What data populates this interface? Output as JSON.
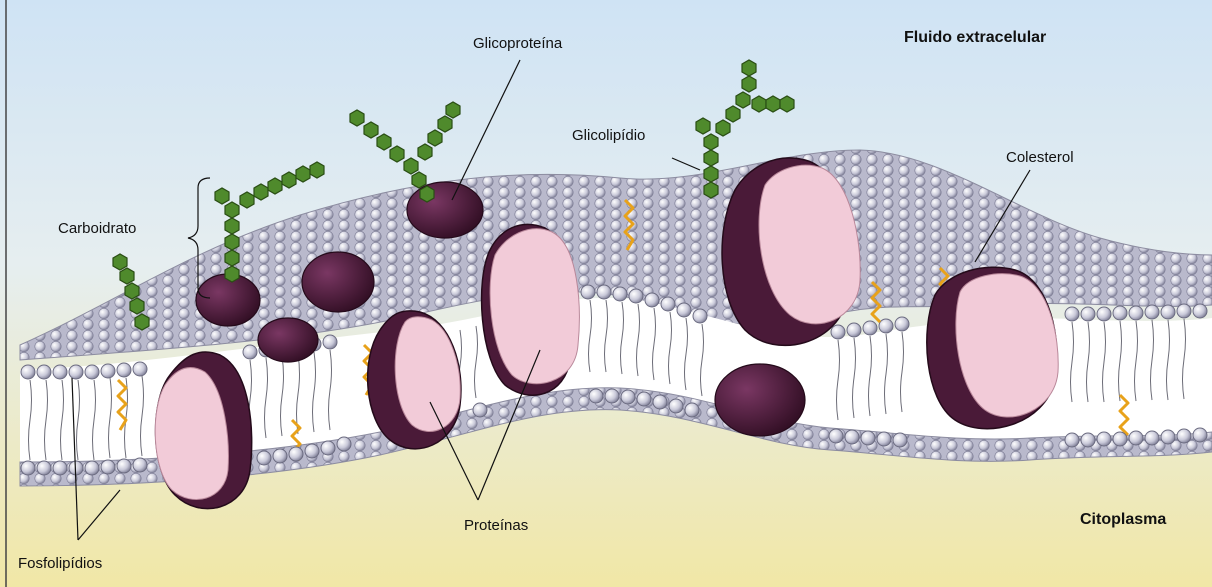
{
  "diagram": {
    "labels": {
      "glicoproteina": "Glicoproteína",
      "fluido_extracelular": "Fluido extracelular",
      "glicolipidio": "Glicolipídio",
      "colesterol": "Colesterol",
      "carboidrato": "Carboidrato",
      "proteinas": "Proteínas",
      "fosfolipidios": "Fosfolipídios",
      "citoplasma": "Citoplasma"
    },
    "colors": {
      "protein_dark": "#4a1a38",
      "protein_light": "#f2cbd8",
      "carbohydrate": "#4f8a2c",
      "cholesterol": "#e8a21a",
      "phospholipid_head": "#c9c9d9",
      "background_top": "#cfe3f4",
      "background_bottom": "#f1e7a6"
    }
  }
}
